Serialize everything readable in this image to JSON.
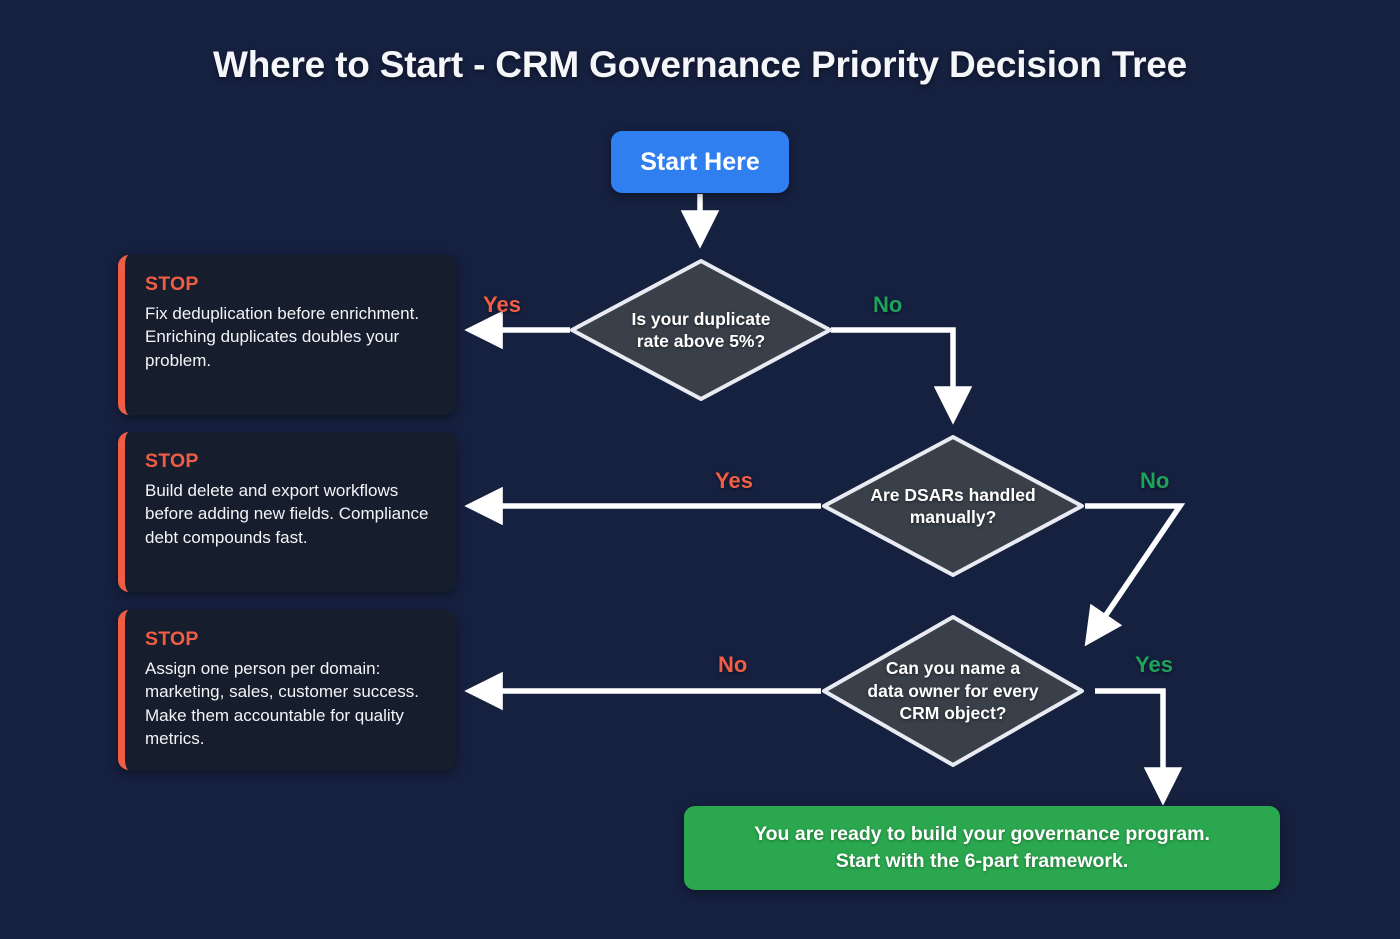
{
  "page": {
    "title": "Where to Start - CRM Governance Priority Decision Tree",
    "background_color": "#16203f"
  },
  "colors": {
    "accent_blue": "#2f7ff0",
    "accent_green": "#2ba84f",
    "accent_orange": "#ee5d44",
    "label_green": "#1fa35c",
    "label_orange": "#ef5f45",
    "diamond_fill": "#3a4049",
    "connector": "#ffffff"
  },
  "start": {
    "label": "Start Here"
  },
  "decisions": [
    {
      "id": "duplicate-rate",
      "text": "Is your duplicate rate above 5%?",
      "line1": "Is your duplicate",
      "line2": "rate above 5%?",
      "left_label": "Yes",
      "right_label": "No"
    },
    {
      "id": "dsar-handling",
      "text": "Are DSARs handled manually?",
      "line1": "Are DSARs handled",
      "line2": "manually?",
      "left_label": "Yes",
      "right_label": "No"
    },
    {
      "id": "data-owner",
      "text": "Can you name a data owner for every CRM object?",
      "line1": "Can you name a",
      "line2": "data owner for every",
      "line3": "CRM object?",
      "left_label": "No",
      "right_label": "Yes"
    }
  ],
  "stops": [
    {
      "id": "dedup",
      "heading": "STOP",
      "body": "Fix deduplication before enrichment. Enriching duplicates doubles your problem."
    },
    {
      "id": "compliance",
      "heading": "STOP",
      "body": "Build delete and export workflows before adding new fields. Compliance debt compounds fast."
    },
    {
      "id": "ownership",
      "heading": "STOP",
      "body": "Assign one person per domain: marketing, sales, customer success. Make them accountable for quality metrics."
    }
  ],
  "success": {
    "line1": "You are ready to build your governance program.",
    "line2": "Start with the 6-part framework.",
    "text": "You are ready to build your governance program. Start with the 6-part framework."
  }
}
